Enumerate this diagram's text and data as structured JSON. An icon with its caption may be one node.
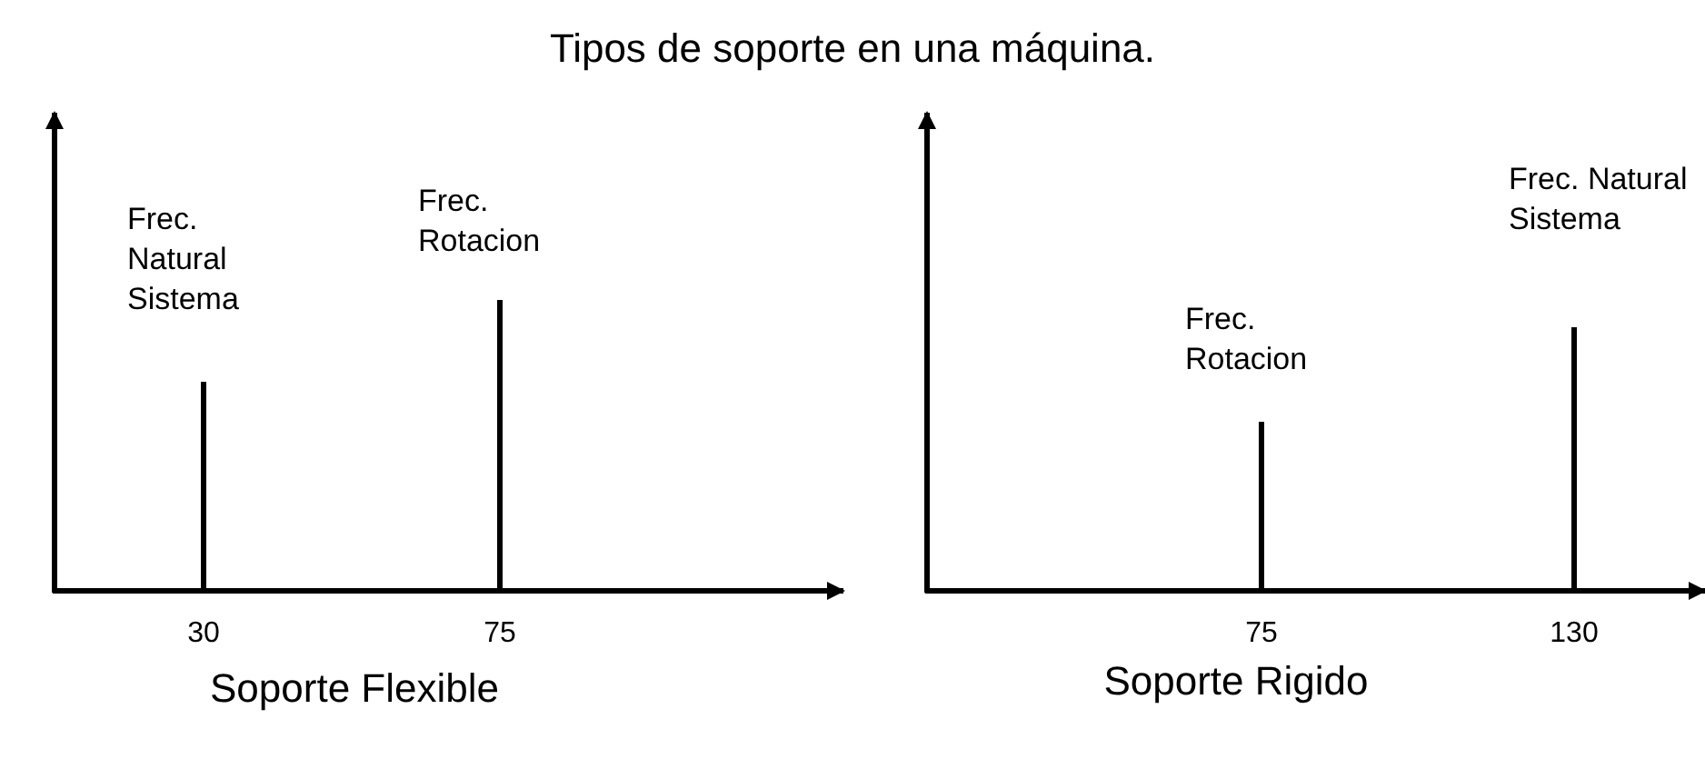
{
  "diagram": {
    "title": "Tipos de soporte en una máquina.",
    "labels": [
      "Frec. Natural Sistema",
      "Frec. Rotacion",
      "30",
      "75",
      "Soporte Flexible",
      "Frec. Rotacion",
      "Frec. Natural Sistema",
      "75",
      "130",
      "Soporte Rigido"
    ]
  }
}
